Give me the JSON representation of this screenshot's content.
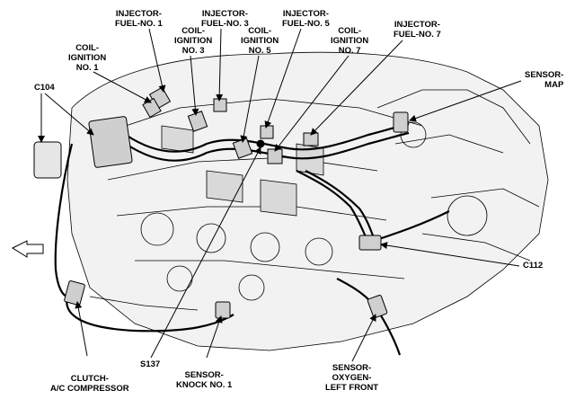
{
  "labels": {
    "injector_fuel_1": {
      "line1": "INJECTOR-",
      "line2": "FUEL-NO. 1"
    },
    "injector_fuel_3": {
      "line1": "INJECTOR-",
      "line2": "FUEL-NO. 3"
    },
    "injector_fuel_5": {
      "line1": "INJECTOR-",
      "line2": "FUEL-NO. 5"
    },
    "injector_fuel_7": {
      "line1": "INJECTOR-",
      "line2": "FUEL-NO. 7"
    },
    "coil_ignition_1": {
      "line1": "COIL-",
      "line2": "IGNITION",
      "line3": "NO. 1"
    },
    "coil_ignition_3": {
      "line1": "COIL-",
      "line2": "IGNITION",
      "line3": "NO. 3"
    },
    "coil_ignition_5": {
      "line1": "COIL-",
      "line2": "IGNITION",
      "line3": "NO. 5"
    },
    "coil_ignition_7": {
      "line1": "COIL-",
      "line2": "IGNITION",
      "line3": "NO. 7"
    },
    "c104": "C104",
    "sensor_map": {
      "line1": "SENSOR-",
      "line2": "MAP"
    },
    "c112": "C112",
    "s137": "S137",
    "clutch_ac": {
      "line1": "CLUTCH-",
      "line2": "A/C COMPRESSOR"
    },
    "sensor_knock": {
      "line1": "SENSOR-",
      "line2": "KNOCK NO. 1"
    },
    "sensor_oxygen": {
      "line1": "SENSOR-",
      "line2": "OXYGEN-",
      "line3": "LEFT FRONT"
    }
  },
  "colors": {
    "ink": "#000000",
    "background": "#ffffff",
    "shade": "#d9d9d9"
  }
}
